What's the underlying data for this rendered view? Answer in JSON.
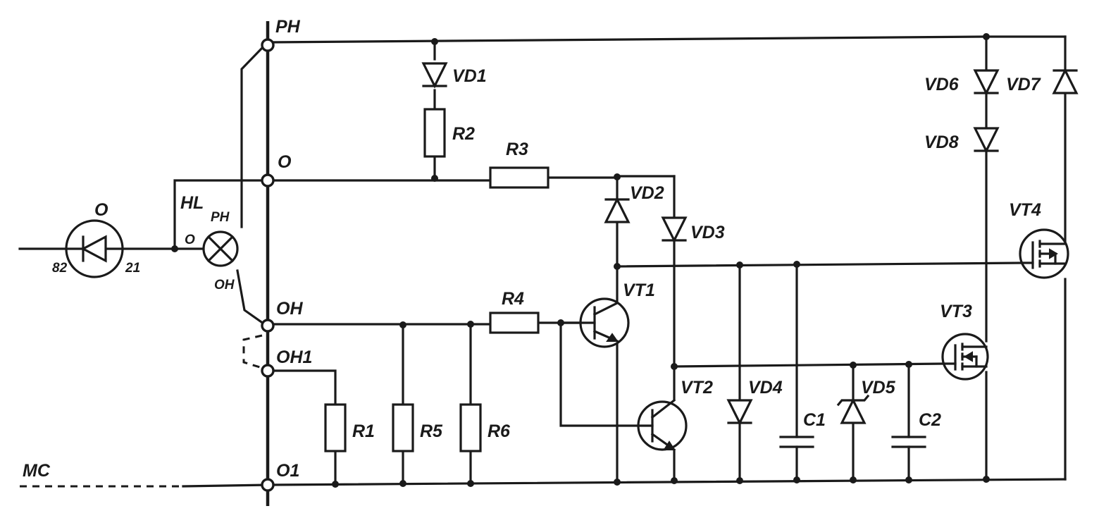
{
  "diagram": {
    "labels": {
      "ph_top": "PH",
      "o_bus": "O",
      "oh_bus": "OH",
      "oh1_bus": "OH1",
      "o1_bus": "O1",
      "mc": "MC",
      "hl": "HL",
      "hl_ph": "PH",
      "hl_o": "O",
      "hl_oh": "OH",
      "switch_o": "O",
      "switch_82": "82",
      "switch_21": "21",
      "vd1": "VD1",
      "vd2": "VD2",
      "vd3": "VD3",
      "vd4": "VD4",
      "vd5": "VD5",
      "vd6": "VD6",
      "vd7": "VD7",
      "vd8": "VD8",
      "r1": "R1",
      "r2": "R2",
      "r3": "R3",
      "r4": "R4",
      "r5": "R5",
      "r6": "R6",
      "vt1": "VT1",
      "vt2": "VT2",
      "vt3": "VT3",
      "vt4": "VT4",
      "c1": "C1",
      "c2": "C2"
    }
  }
}
